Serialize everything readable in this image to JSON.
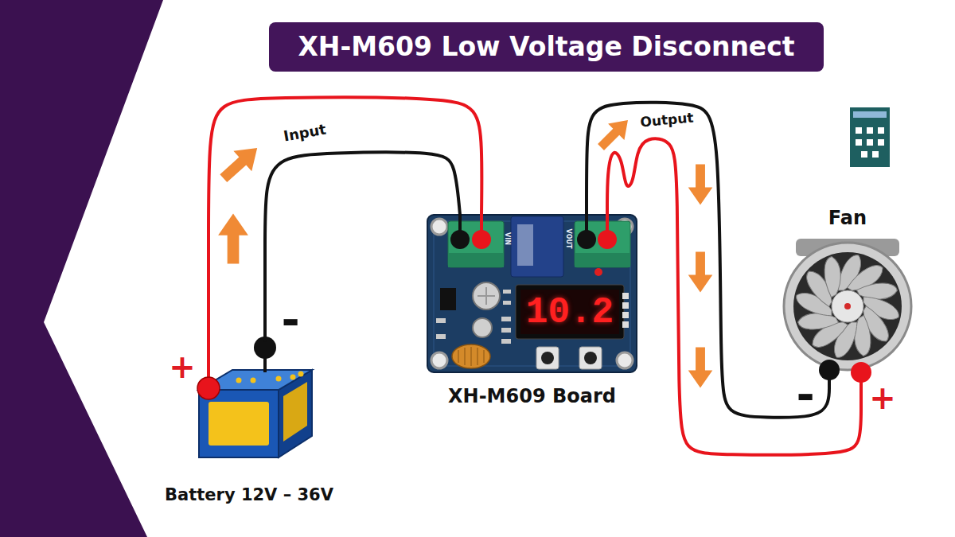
{
  "diagram": {
    "title": "XH-M609 Low Voltage Disconnect",
    "nodes": [
      {
        "text": [
          "Battery 12V – 36V"
        ]
      },
      {
        "text": [
          "XH-M609 Board"
        ]
      },
      {
        "text": [
          "Fan"
        ]
      }
    ],
    "edges": [
      {
        "from": 0,
        "to": 1,
        "arrow": "none"
      },
      {
        "from": 0,
        "to": 1,
        "arrow": "none"
      },
      {
        "from": 1,
        "to": 2,
        "arrow": "none"
      },
      {
        "from": 1,
        "to": 2,
        "arrow": "none"
      }
    ],
    "labels": [
      "Input",
      "Output",
      "+",
      "-",
      "-",
      "+",
      "10.2",
      "VIN",
      "VOUT"
    ]
  }
}
